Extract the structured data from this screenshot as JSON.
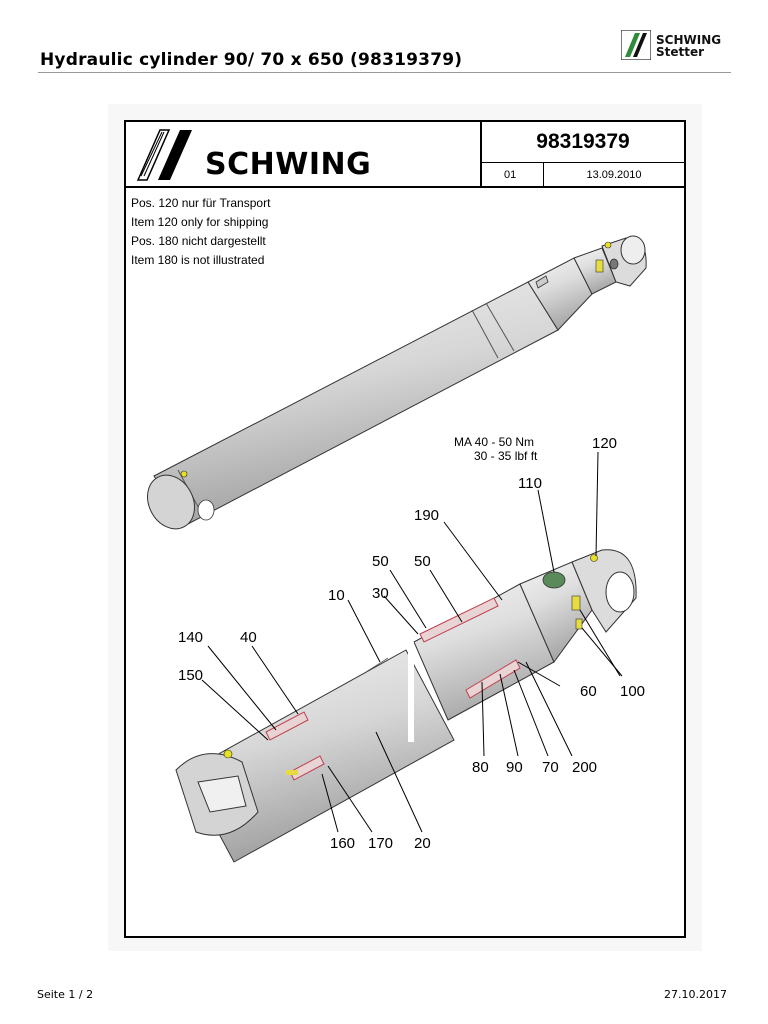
{
  "page": {
    "title": "Hydraulic cylinder 90/ 70 x 650 (98319379)"
  },
  "brand": {
    "line1": "SCHWING",
    "line2": "Stetter",
    "mark_color": "#2e8b3a"
  },
  "sheet": {
    "logo_text": "SCHWING",
    "doc_number": "98319379",
    "revision": "01",
    "date": "13.09.2010",
    "notes": [
      "Pos. 120 nur für Transport",
      "Item 120  only for shipping",
      "Pos. 180 nicht dargestellt",
      "Item 180 is not illustrated"
    ],
    "torque": {
      "line1": "MA 40 - 50 Nm",
      "line2": "30 - 35 lbf ft"
    },
    "items": [
      "120",
      "110",
      "190",
      "50",
      "50",
      "30",
      "10",
      "140",
      "40",
      "150",
      "60",
      "100",
      "80",
      "90",
      "70",
      "200",
      "160",
      "170",
      "20"
    ]
  },
  "footer": {
    "page": "Seite 1 / 2",
    "date": "27.10.2017"
  },
  "colors": {
    "part_fill": "#e2e2e2",
    "seal_color": "#c04050",
    "yellow_dot": "#e8e020",
    "green_knob": "#5a8a5a"
  }
}
